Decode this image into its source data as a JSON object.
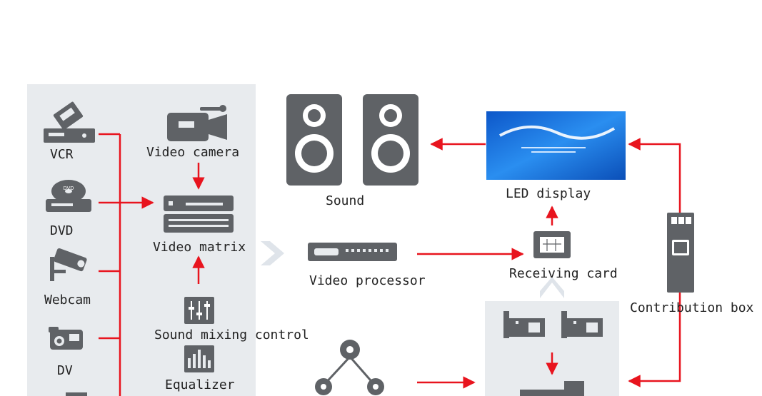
{
  "labels": {
    "vcr": "VCR",
    "dvd": "DVD",
    "webcam": "Webcam",
    "dv": "DV",
    "video_camera": "Video camera",
    "video_matrix": "Video matrix",
    "sound_mixing_control": "Sound mixing control",
    "equalizer": "Equalizer",
    "sound": "Sound",
    "video_processor": "Video processor",
    "led_display": "LED display",
    "receiving_card": "Receiving card",
    "contribution_box": "Contribution box"
  },
  "dvd_disc_text": "DVD",
  "colors": {
    "arrow": "#e8141e",
    "icon": "#5f6266",
    "panel": "#e8ebee",
    "screen": "#1f6fd8"
  }
}
